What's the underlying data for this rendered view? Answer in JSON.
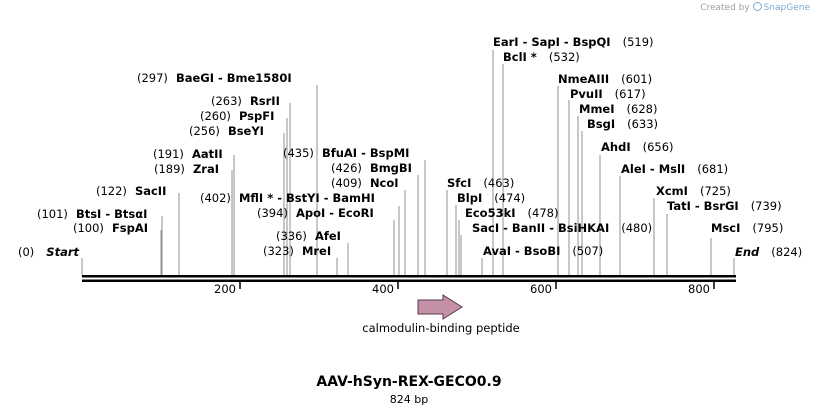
{
  "credit": {
    "prefix": "Created by",
    "brand": "SnapGene"
  },
  "title": "AAV-hSyn-REX-GECO0.9",
  "subtitle": "824 bp",
  "ruler_ticks": [
    "200",
    "400",
    "600",
    "800"
  ],
  "feature": {
    "label": "calmodulin-binding peptide",
    "color": "#c490a8"
  },
  "labels": [
    {
      "pos": "(0)",
      "name": "Start"
    },
    {
      "pos": "(824)",
      "name": "End"
    },
    {
      "pos": "(100)",
      "name": "FspAI"
    },
    {
      "pos": "(101)",
      "name": "BtsI  -  BtsαI"
    },
    {
      "pos": "(122)",
      "name": "SacII"
    },
    {
      "pos": "(189)",
      "name": "ZraI"
    },
    {
      "pos": "(191)",
      "name": "AatII"
    },
    {
      "pos": "(256)",
      "name": "BseYI"
    },
    {
      "pos": "(260)",
      "name": "PspFI"
    },
    {
      "pos": "(263)",
      "name": "RsrII"
    },
    {
      "pos": "(297)",
      "name": "BaeGI  -  Bme1580I"
    },
    {
      "pos": "(323)",
      "name": "MreI"
    },
    {
      "pos": "(336)",
      "name": "AfeI"
    },
    {
      "pos": "(394)",
      "name": "ApoI  -  EcoRI"
    },
    {
      "pos": "(402)",
      "name": "MflI *  -  BstYI  -  BamHI"
    },
    {
      "pos": "(409)",
      "name": "NcoI"
    },
    {
      "pos": "(426)",
      "name": "BmgBI"
    },
    {
      "pos": "(435)",
      "name": "BfuAI  -  BspMI"
    },
    {
      "pos": "(463)",
      "name": "SfcI"
    },
    {
      "pos": "(474)",
      "name": "BlpI"
    },
    {
      "pos": "(478)",
      "name": "Eco53kI"
    },
    {
      "pos": "(480)",
      "name": "SacI  -  BanII  -  BsiHKAI"
    },
    {
      "pos": "(507)",
      "name": "AvaI  -  BsoBI"
    },
    {
      "pos": "(532)",
      "name": "BclI *"
    },
    {
      "pos": "(519)",
      "name": "EarI  -  SapI  -  BspQI"
    },
    {
      "pos": "(601)",
      "name": "NmeAIII"
    },
    {
      "pos": "(617)",
      "name": "PvuII"
    },
    {
      "pos": "(628)",
      "name": "MmeI"
    },
    {
      "pos": "(633)",
      "name": "BsgI"
    },
    {
      "pos": "(656)",
      "name": "AhdI"
    },
    {
      "pos": "(681)",
      "name": "AleI  -  MslI"
    },
    {
      "pos": "(725)",
      "name": "XcmI"
    },
    {
      "pos": "(739)",
      "name": "TatI  -  BsrGI"
    },
    {
      "pos": "(795)",
      "name": "MscI"
    }
  ]
}
